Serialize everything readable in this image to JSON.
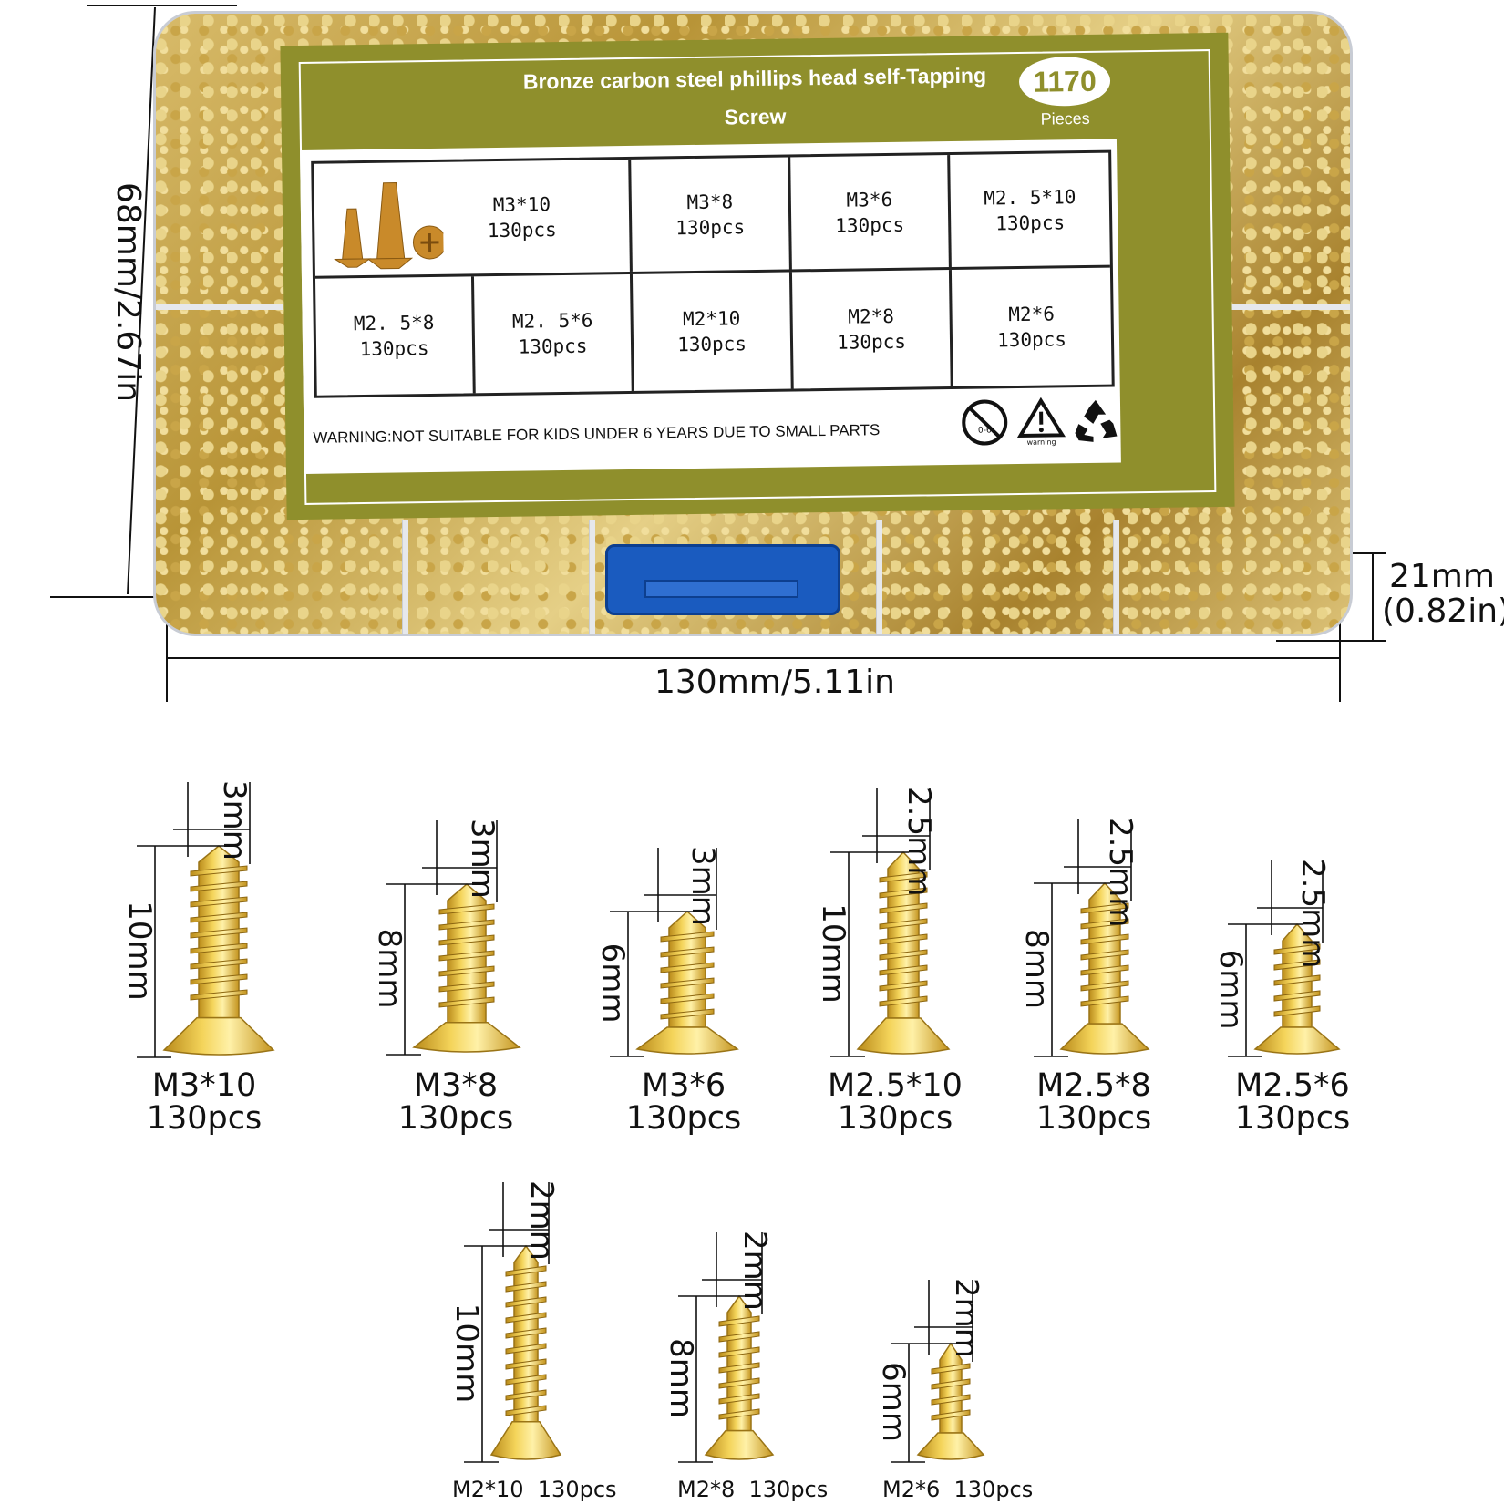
{
  "dimensions": {
    "box_height": "68mm/2.67in",
    "box_width": "130mm/5.11in",
    "box_depth_mm": "21mm",
    "box_depth_in": "(0.82in)"
  },
  "card": {
    "title_line1": "Bronze carbon steel phillips head self-Tapping Screw",
    "title_line2": "Assortment Kit",
    "count": "1170",
    "count_unit": "Pieces",
    "warning": "WARNING:NOT SUITABLE FOR KIDS UNDER 6 YEARS DUE TO SMALL PARTS",
    "warning_symbol_text": "warning",
    "age_symbol_text": "0-6",
    "grid_row1": [
      {
        "size": "M3*10",
        "qty": "130pcs"
      },
      {
        "size": "M3*8",
        "qty": "130pcs"
      },
      {
        "size": "M3*6",
        "qty": "130pcs"
      },
      {
        "size": "M2. 5*10",
        "qty": "130pcs"
      }
    ],
    "grid_row2": [
      {
        "size": "M2. 5*8",
        "qty": "130pcs"
      },
      {
        "size": "M2. 5*6",
        "qty": "130pcs"
      },
      {
        "size": "M2*10",
        "qty": "130pcs"
      },
      {
        "size": "M2*8",
        "qty": "130pcs"
      },
      {
        "size": "M2*6",
        "qty": "130pcs"
      }
    ]
  },
  "screws_row1": [
    {
      "dia": "3mm",
      "len": "10mm",
      "size": "M3*10",
      "qty": "130pcs"
    },
    {
      "dia": "3mm",
      "len": "8mm",
      "size": "M3*8",
      "qty": "130pcs"
    },
    {
      "dia": "3mm",
      "len": "6mm",
      "size": "M3*6",
      "qty": "130pcs"
    },
    {
      "dia": "2.5mm",
      "len": "10mm",
      "size": "M2.5*10",
      "qty": "130pcs"
    },
    {
      "dia": "2.5mm",
      "len": "8mm",
      "size": "M2.5*8",
      "qty": "130pcs"
    },
    {
      "dia": "2.5mm",
      "len": "6mm",
      "size": "M2.5*6",
      "qty": "130pcs"
    }
  ],
  "screws_row2": [
    {
      "dia": "2mm",
      "len": "10mm",
      "size": "M2*10",
      "qty": "130pcs"
    },
    {
      "dia": "2mm",
      "len": "8mm",
      "size": "M2*8",
      "qty": "130pcs"
    },
    {
      "dia": "2mm",
      "len": "6mm",
      "size": "M2*6",
      "qty": "130pcs"
    }
  ],
  "colors": {
    "card_olive": "#8f8f2c",
    "latch_blue": "#1a5bbf",
    "brass": "#e2b63a"
  }
}
